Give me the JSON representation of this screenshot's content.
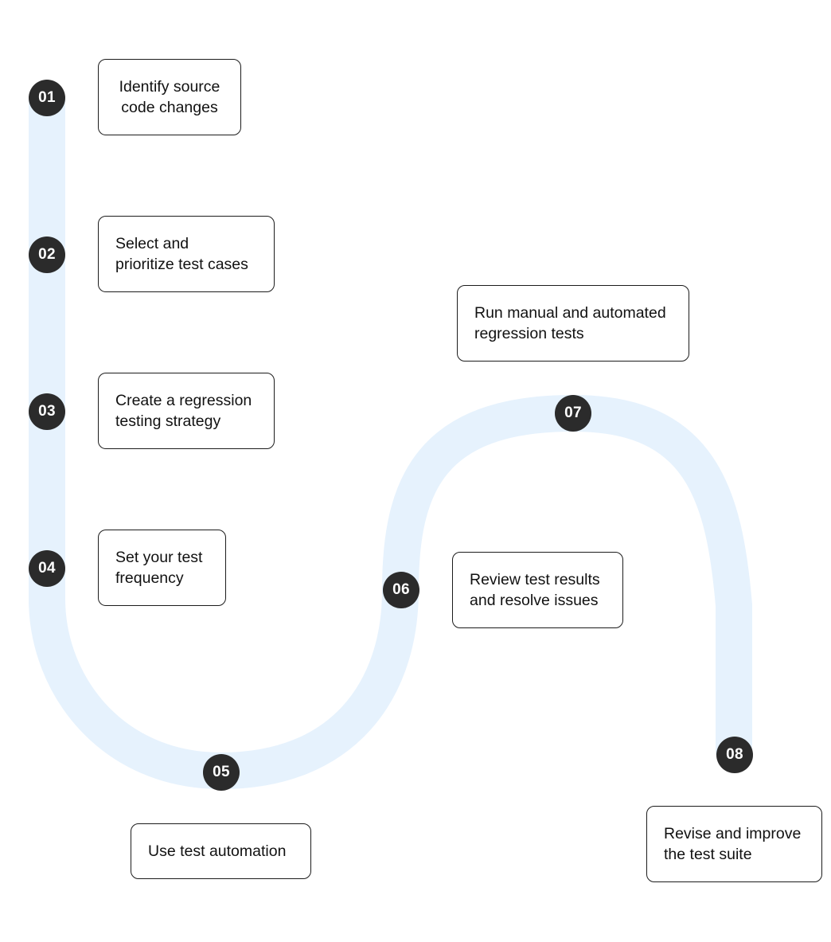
{
  "colors": {
    "track": "#e6f2fd",
    "marker_bg": "#2b2b2b",
    "marker_text": "#ffffff",
    "box_border": "#1c1c1c",
    "text": "#111111"
  },
  "steps": [
    {
      "number": "01",
      "label": "Identify source\ncode changes"
    },
    {
      "number": "02",
      "label": "Select and\nprioritize test cases"
    },
    {
      "number": "03",
      "label": "Create a regression\ntesting strategy"
    },
    {
      "number": "04",
      "label": "Set your test\nfrequency"
    },
    {
      "number": "05",
      "label": "Use test automation"
    },
    {
      "number": "06",
      "label": "Review test results\nand resolve issues"
    },
    {
      "number": "07",
      "label": "Run manual and automated\nregression tests"
    },
    {
      "number": "08",
      "label": "Revise and improve\nthe test suite"
    }
  ]
}
